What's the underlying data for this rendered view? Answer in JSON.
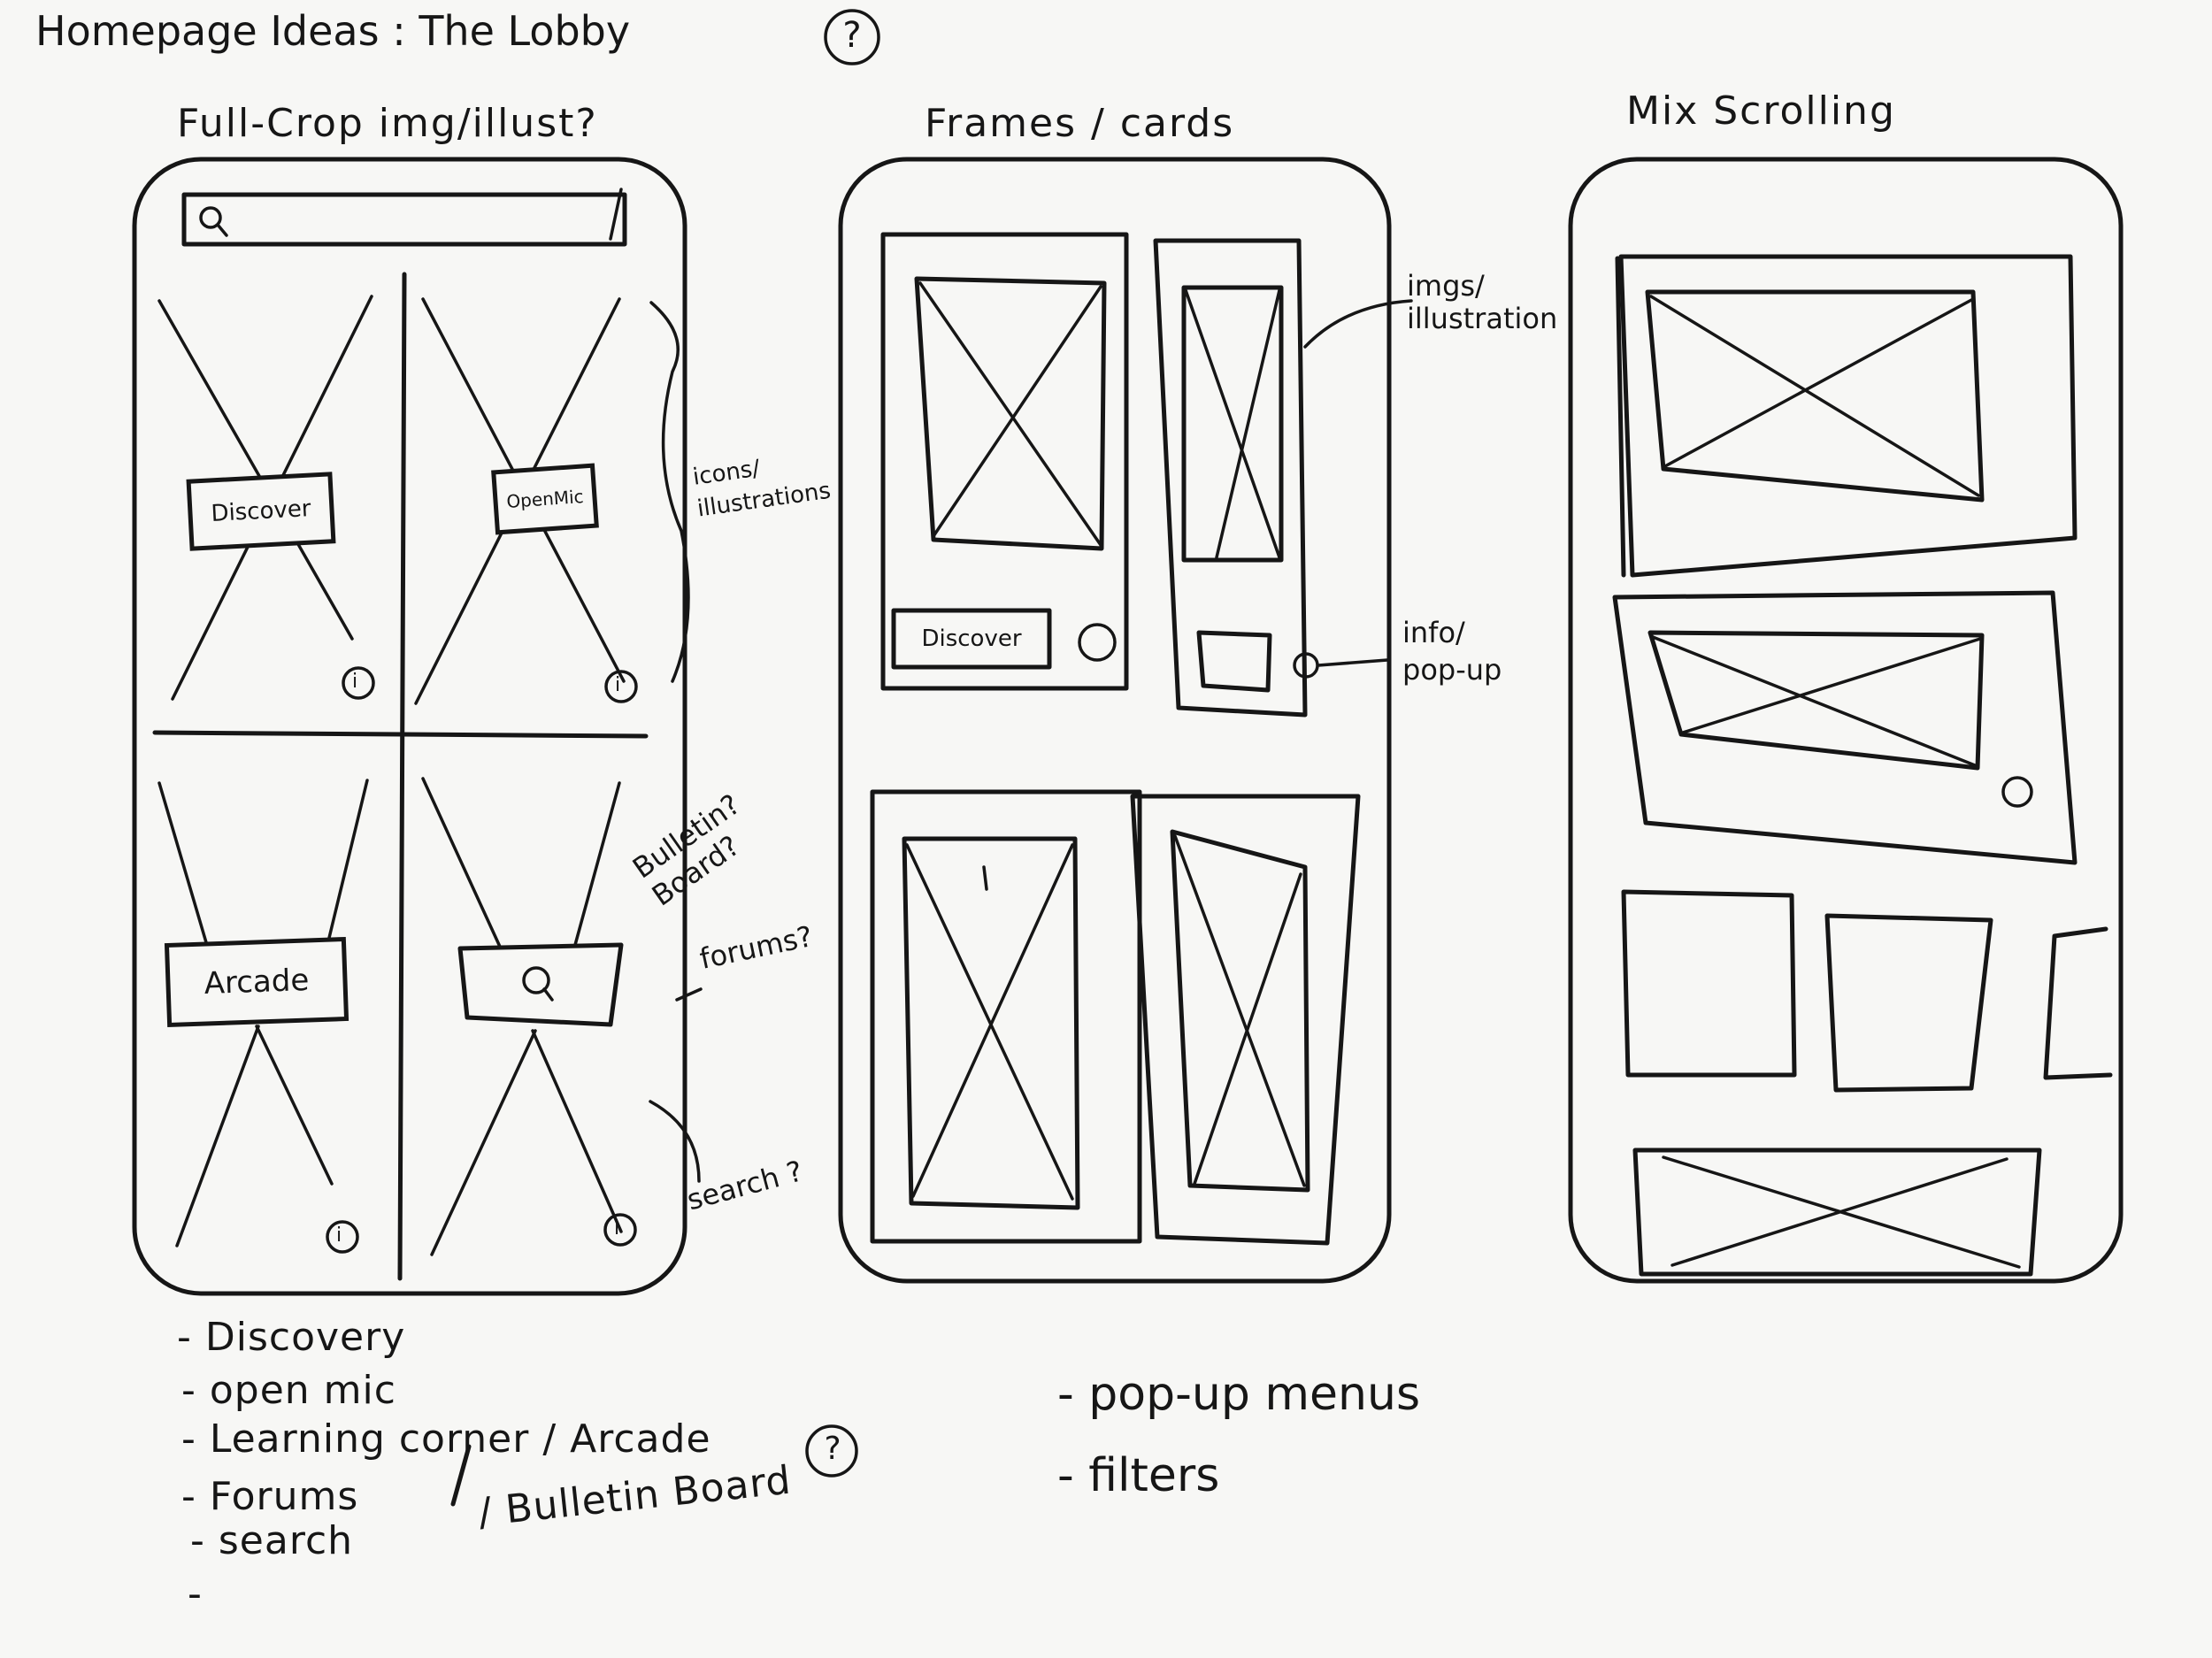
{
  "page": {
    "title": "Homepage Ideas : The Lobby",
    "title_badge": "?"
  },
  "concepts": [
    {
      "heading": "Full-Crop img/illust?",
      "tiles": [
        "Discover",
        "OpenMic",
        "Arcade",
        "search-icon"
      ],
      "info_icon": "i",
      "notes": {
        "icons": "icons/ illustrations",
        "bulletin": "Bulletin? Board?",
        "forums": "forums?",
        "search": "search ?"
      }
    },
    {
      "heading": "Frames / cards",
      "card_button": "Discover",
      "notes": {
        "imgs": "imgs/ illustration",
        "info": "info/ pop-up"
      }
    },
    {
      "heading": "Mix Scrolling"
    }
  ],
  "list_left": [
    "- Discovery",
    "- open mic",
    "- Learning corner / Arcade",
    "- Forums",
    "- search",
    "-"
  ],
  "list_left_extra": "/ Bulletin Board",
  "list_left_badge": "?",
  "list_right": [
    "- pop-up menus",
    "- filters"
  ]
}
